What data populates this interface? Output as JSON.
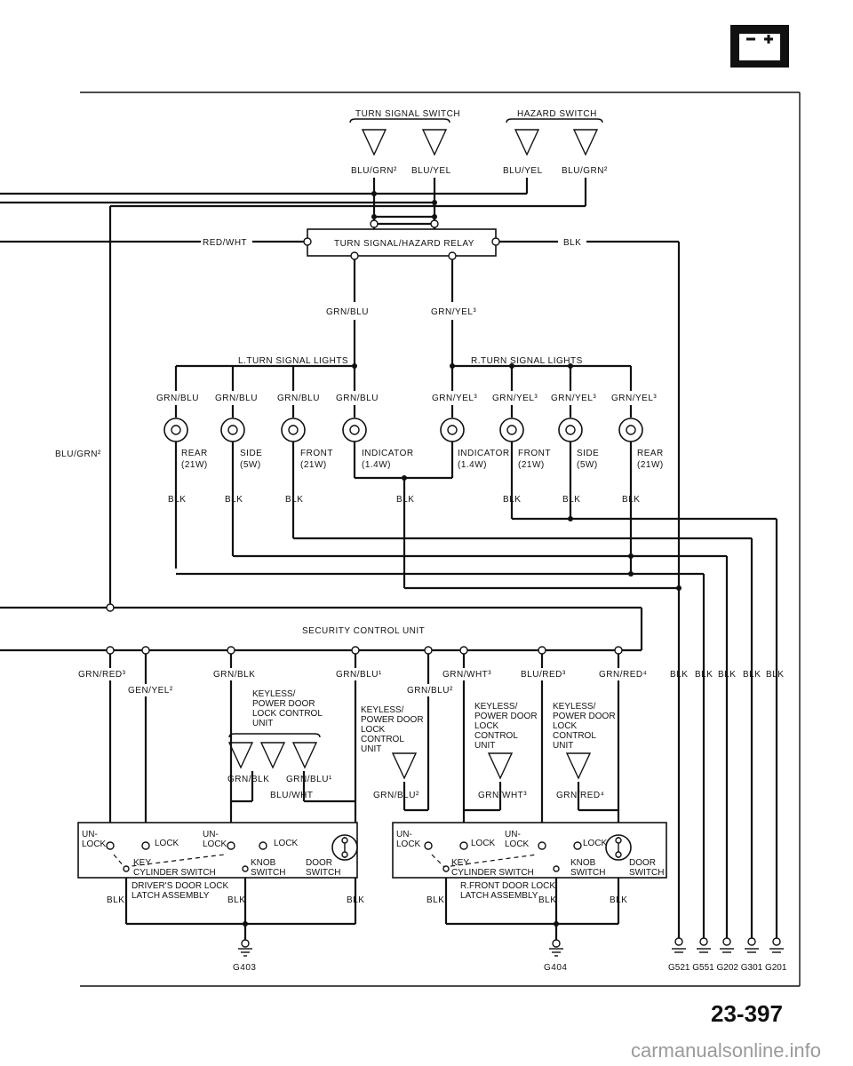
{
  "header": {
    "page_number": "23-397",
    "watermark": "carmanualsonline.info"
  },
  "switches": {
    "turn_signal_switch": "TURN SIGNAL SWITCH",
    "hazard_switch": "HAZARD SWITCH",
    "turn_wire_1": "BLU/GRN²",
    "turn_wire_2": "BLU/YEL",
    "hazard_wire_1": "BLU/YEL",
    "hazard_wire_2": "BLU/GRN²"
  },
  "relay": {
    "label": "TURN SIGNAL/HAZARD RELAY",
    "input_wire": "RED/WHT",
    "ground_wire": "BLK",
    "out_left": "GRN/BLU",
    "out_right": "GRN/YEL³",
    "side_wire": "BLU/GRN²"
  },
  "left_lights": {
    "title": "L.TURN SIGNAL LIGHTS",
    "wires": [
      "GRN/BLU",
      "GRN/BLU",
      "GRN/BLU",
      "GRN/BLU"
    ],
    "bulbs": [
      {
        "name": "REAR",
        "watt": "(21W)"
      },
      {
        "name": "SIDE",
        "watt": "(5W)"
      },
      {
        "name": "FRONT",
        "watt": "(21W)"
      },
      {
        "name": "INDICATOR",
        "watt": "(1.4W)"
      }
    ],
    "grounds": [
      "BLK",
      "BLK",
      "BLK",
      "BLK"
    ]
  },
  "right_lights": {
    "title": "R.TURN SIGNAL LIGHTS",
    "wires": [
      "GRN/YEL³",
      "GRN/YEL³",
      "GRN/YEL³",
      "GRN/YEL³"
    ],
    "bulbs": [
      {
        "name": "INDICATOR",
        "watt": "(1.4W)"
      },
      {
        "name": "FRONT",
        "watt": "(21W)"
      },
      {
        "name": "SIDE",
        "watt": "(5W)"
      },
      {
        "name": "REAR",
        "watt": "(21W)"
      }
    ],
    "grounds": [
      "BLK",
      "BLK",
      "BLK"
    ]
  },
  "security": {
    "title": "SECURITY CONTROL UNIT",
    "wires_top": {
      "grn_red": "GRN/RED³",
      "gen_yel": "GEN/YEL²",
      "grn_blk": "GRN/BLK",
      "grn_blu1": "GRN/BLU¹",
      "grn_blu2": "GRN/BLU²",
      "grn_wht": "GRN/WHT³",
      "blu_red": "BLU/RED³",
      "grn_red4": "GRN/RED⁴"
    },
    "blk_wires": [
      "BLK",
      "BLK",
      "BLK",
      "BLK",
      "BLK"
    ]
  },
  "keyless_units": {
    "unit1": [
      "KEYLESS/",
      "POWER DOOR",
      "LOCK CONTROL",
      "UNIT"
    ],
    "unit1_wires": [
      "GRN/BLK",
      "GRN/BLU¹",
      "BLU/WHT"
    ],
    "unit2": [
      "KEYLESS/",
      "POWER DOOR",
      "LOCK",
      "CONTROL",
      "UNIT"
    ],
    "unit2_wire": "GRN/BLU²",
    "unit3": [
      "KEYLESS/",
      "POWER DOOR",
      "LOCK",
      "CONTROL",
      "UNIT"
    ],
    "unit3_wire": "GRN/WHT³",
    "unit4": [
      "KEYLESS/",
      "POWER DOOR",
      "LOCK",
      "CONTROL",
      "UNIT"
    ],
    "unit4_wire": "GRN/RED⁴"
  },
  "driver_assembly": {
    "title_line1": "DRIVER'S DOOR LOCK",
    "title_line2": "LATCH ASSEMBLY",
    "unlock": [
      "UN-",
      "LOCK"
    ],
    "lock": "LOCK",
    "unlock2": [
      "UN-",
      "LOCK"
    ],
    "lock2": "LOCK",
    "key_cyl": [
      "KEY",
      "CYLINDER SWITCH"
    ],
    "knob": [
      "KNOB",
      "SWITCH"
    ],
    "door": [
      "DOOR",
      "SWITCH"
    ],
    "blk": [
      "BLK",
      "BLK",
      "BLK"
    ]
  },
  "front_assembly": {
    "title_line1": "R.FRONT DOOR LOCK",
    "title_line2": "LATCH ASSEMBLY",
    "unlock": [
      "UN-",
      "LOCK"
    ],
    "lock": "LOCK",
    "unlock2": [
      "UN-",
      "LOCK"
    ],
    "lock2": "LOCK",
    "key_cyl": [
      "KEY",
      "CYLINDER SWITCH"
    ],
    "knob": [
      "KNOB",
      "SWITCH"
    ],
    "door": [
      "DOOR",
      "SWITCH"
    ],
    "blk": [
      "BLK",
      "BLK",
      "BLK"
    ]
  },
  "grounds": {
    "g403": "G403",
    "g404": "G404",
    "right": "G521 G551 G202 G301 G201"
  },
  "colors": {
    "ink": "#111111",
    "paper": "#ffffff"
  }
}
